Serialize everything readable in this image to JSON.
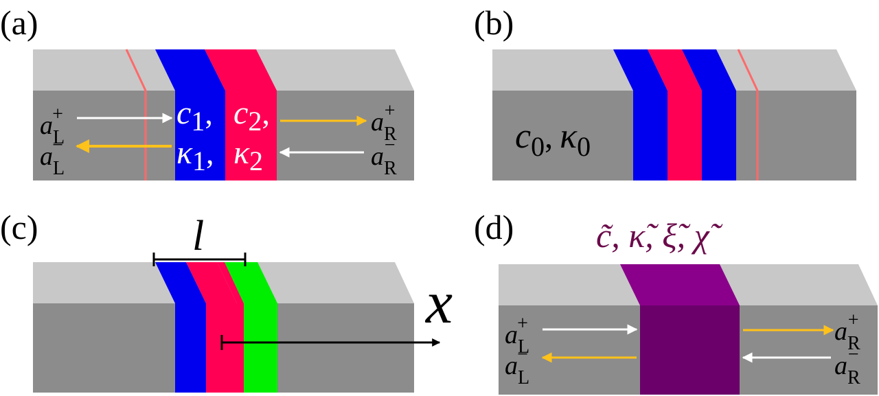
{
  "colors": {
    "slab_front": "#8c8c8c",
    "slab_top": "#c8c8c8",
    "slab_side": "#a9a9a9",
    "layer_blue": "#0000ee",
    "layer_red": "#ff0055",
    "layer_green": "#00ee00",
    "layer_effective": "#6b006b",
    "layer_effective_top": "#8a008a",
    "interface_line": "#ff6a6a",
    "arrow_white": "#ffffff",
    "arrow_yellow": "#ffc21a",
    "label_effective": "#6b0a4a"
  },
  "panels": {
    "a": {
      "label": "(a)",
      "waves": {
        "aL_plus": {
          "base": "a",
          "sub": "L",
          "sup": "+"
        },
        "aL_minus": {
          "base": "a",
          "sub": "L",
          "sup": "−"
        },
        "aR_plus": {
          "base": "a",
          "sub": "R",
          "sup": "+"
        },
        "aR_minus": {
          "base": "a",
          "sub": "R",
          "sup": "−"
        }
      },
      "params": {
        "c1": {
          "base": "c",
          "sub": "1"
        },
        "c2": {
          "base": "c",
          "sub": "2"
        },
        "k1": {
          "base": "κ",
          "sub": "1"
        },
        "k2": {
          "base": "κ",
          "sub": "2"
        },
        "sep": ","
      }
    },
    "b": {
      "label": "(b)",
      "params": {
        "c0": {
          "base": "c",
          "sub": "0"
        },
        "k0": {
          "base": "κ",
          "sub": "0"
        },
        "sep": ","
      }
    },
    "c": {
      "label": "(c)",
      "length": "l",
      "axis": "x"
    },
    "d": {
      "label": "(d)",
      "effective_params": "c̃, κ̃, ξ̃, χ̃",
      "waves": {
        "aL_plus": {
          "base": "a",
          "sub": "L",
          "sup": "+"
        },
        "aL_minus": {
          "base": "a",
          "sub": "L",
          "sup": "−"
        },
        "aR_plus": {
          "base": "a",
          "sub": "R",
          "sup": "+"
        },
        "aR_minus": {
          "base": "a",
          "sub": "R",
          "sup": "−"
        }
      }
    }
  }
}
